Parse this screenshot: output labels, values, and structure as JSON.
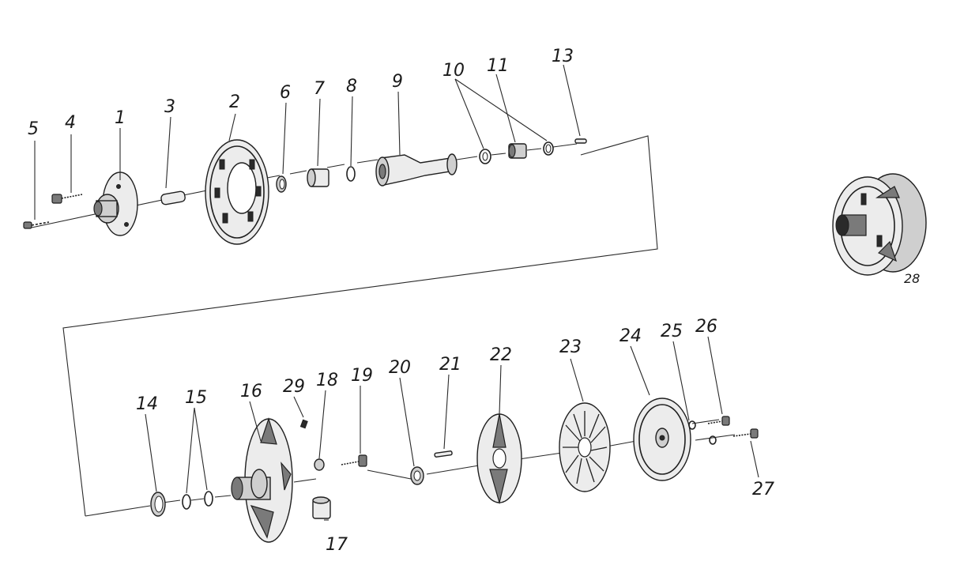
{
  "labels": {
    "p1": "1",
    "p2": "2",
    "p3": "3",
    "p4": "4",
    "p5": "5",
    "p6": "6",
    "p7": "7",
    "p8": "8",
    "p9": "9",
    "p10": "10",
    "p11": "11",
    "p13": "13",
    "p14": "14",
    "p15": "15",
    "p16": "16",
    "p17": "17",
    "p18": "18",
    "p19": "19",
    "p20": "20",
    "p21": "21",
    "p22": "22",
    "p23": "23",
    "p24": "24",
    "p25": "25",
    "p26": "26",
    "p27": "27",
    "p28": "28",
    "p29": "29"
  }
}
